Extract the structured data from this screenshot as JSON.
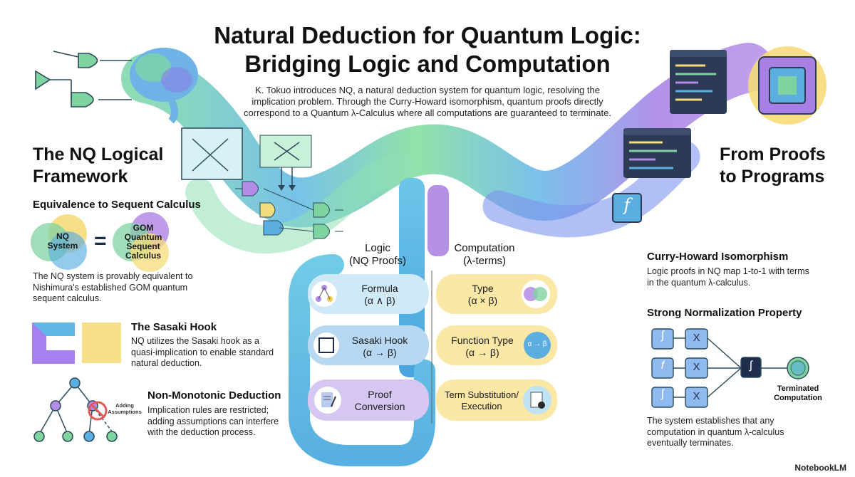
{
  "header": {
    "title_line1": "Natural Deduction for Quantum Logic:",
    "title_line2": "Bridging Logic and Computation",
    "intro": "K. Tokuo introduces NQ, a natural deduction system for quantum logic, resolving the implication problem. Through the Curry-Howard isomorphism, quantum proofs directly correspond to a Quantum λ-Calculus where all computations are guaranteed to terminate."
  },
  "left": {
    "heading_line1": "The NQ Logical",
    "heading_line2": "Framework",
    "equivalence": {
      "heading": "Equivalence to Sequent Calculus",
      "venn_left_line1": "NQ",
      "venn_left_line2": "System",
      "equals": "=",
      "venn_right_line1": "GOM",
      "venn_right_line2": "Quantum",
      "venn_right_line3": "Sequent",
      "venn_right_line4": "Calculus",
      "body": "The NQ system is provably equivalent to Nishimura's established GOM quantum sequent calculus."
    },
    "sasaki": {
      "heading": "The Sasaki Hook",
      "body": "NQ utilizes the Sasaki hook as a quasi-implication to enable standard natural deduction."
    },
    "nonmono": {
      "heading": "Non-Monotonic Deduction",
      "label_line1": "Adding",
      "label_line2": "Assumptions",
      "body": "Implication rules are restricted; adding assumptions can interfere with the deduction process."
    }
  },
  "center": {
    "logic_head": "Logic",
    "logic_sub": "(NQ Proofs)",
    "comp_head": "Computation",
    "comp_sub": "(λ-terms)",
    "rows": [
      {
        "logic_line1": "Formula",
        "logic_line2": "(α ∧ β)",
        "comp_line1": "Type",
        "comp_line2": "(α × β)"
      },
      {
        "logic_line1": "Sasaki Hook",
        "logic_line2": "(α → β)",
        "comp_line1": "Function Type",
        "comp_line2": "(α → β)",
        "comp_icon": "α → β"
      },
      {
        "logic_line1": "Proof",
        "logic_line2": "Conversion",
        "comp_line1": "Term Substitution/",
        "comp_line2": "Execution"
      }
    ]
  },
  "right": {
    "heading_line1": "From Proofs",
    "heading_line2": "to Programs",
    "func_symbol": "f",
    "curry": {
      "heading": "Curry-Howard Isomorphism",
      "body": "Logic proofs in NQ map 1-to-1 with terms in the quantum λ-calculus."
    },
    "strong": {
      "heading": "Strong Normalization Property",
      "integral": "∫",
      "f": "f",
      "chi": "X",
      "terminated_line1": "Terminated",
      "terminated_line2": "Computation",
      "body": "The system establishes that any computation in quantum λ-calculus eventually terminates."
    }
  },
  "watermark": "NotebookLM",
  "colors": {
    "blue": "#5aaee0",
    "green": "#7fd3a0",
    "purple": "#b48be6",
    "yellow": "#f5dc7a",
    "dark": "#1f2d4d"
  }
}
